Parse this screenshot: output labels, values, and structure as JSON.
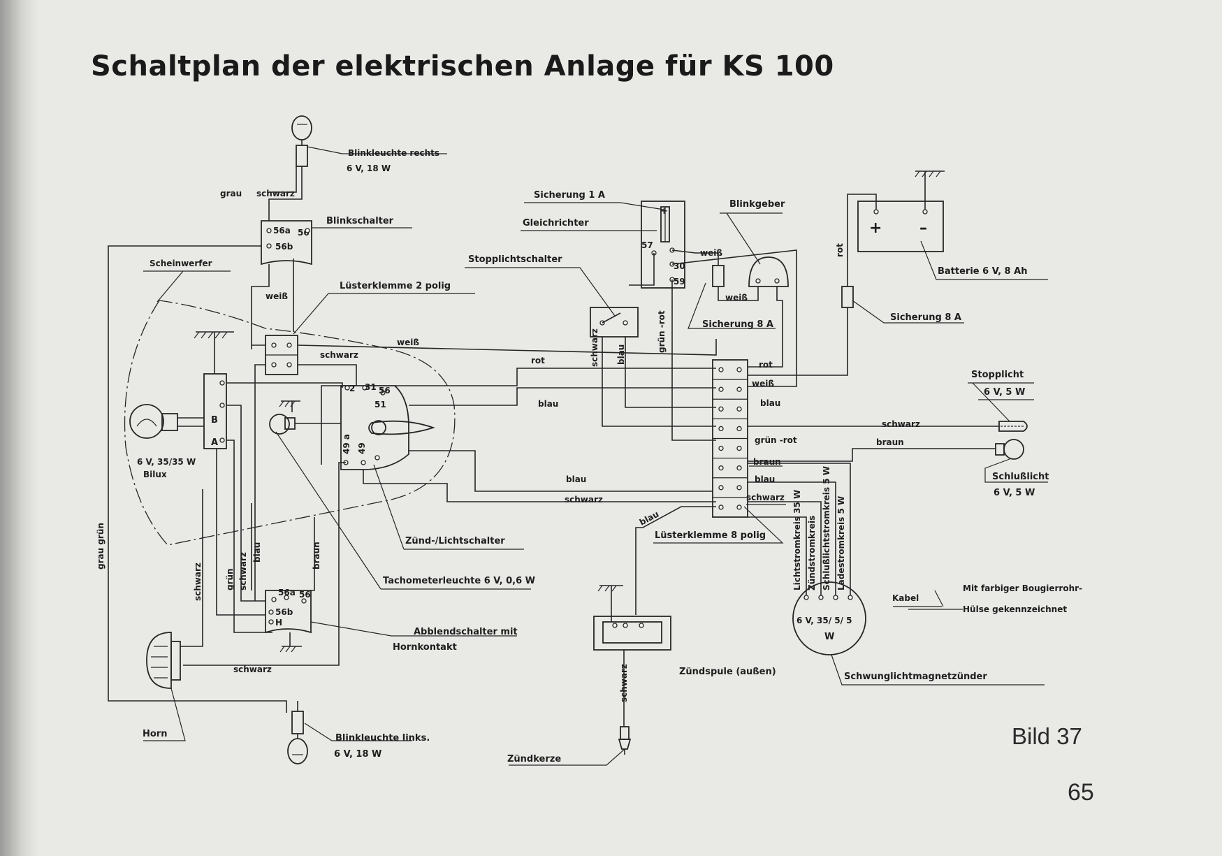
{
  "title": "Schaltplan der elektrischen Anlage für KS 100",
  "figure_label": "Bild 37",
  "page_number": "65",
  "components": {
    "blinkleuchte_rechts": {
      "name": "Blinkleuchte rechts",
      "spec": "6 V, 18 W"
    },
    "blinkschalter": {
      "name": "Blinkschalter",
      "t1": "56a",
      "t2": "56",
      "t3": "56b"
    },
    "scheinwerfer": {
      "name": "Scheinwerfer"
    },
    "luesterklemme_2": {
      "name": "Lüsterklemme 2 polig"
    },
    "bilux": {
      "spec": "6 V, 35/35 W",
      "name": "Bilux"
    },
    "sicherung_1a": {
      "name": "Sicherung 1 A"
    },
    "gleichrichter": {
      "name": "Gleichrichter"
    },
    "stopplichtschalter": {
      "name": "Stopplichtschalter"
    },
    "blinkgeber": {
      "name": "Blinkgeber"
    },
    "batterie": {
      "name": "Batterie 6 V, 8 Ah",
      "plus": "+",
      "minus": "–"
    },
    "sicherung_8a_left": {
      "name": "Sicherung 8 A"
    },
    "sicherung_8a_right": {
      "name": "Sicherung 8 A"
    },
    "stopplicht": {
      "name": "Stopplicht",
      "spec": "6 V, 5 W"
    },
    "schlusslicht": {
      "name": "Schlußlicht",
      "spec": "6 V, 5 W"
    },
    "zuend_lichtschalter": {
      "name": "Zünd-/Lichtschalter"
    },
    "tachometerleuchte": {
      "name": "Tachometerleuchte 6 V, 0,6 W"
    },
    "abblendschalter": {
      "name1": "Abblendschalter mit",
      "name2": "Hornkontakt"
    },
    "horn": {
      "name": "Horn"
    },
    "blinkleuchte_links": {
      "name": "Blinkleuchte links.",
      "spec": "6 V, 18 W"
    },
    "luesterklemme_8": {
      "name": "Lüsterklemme 8 polig"
    },
    "zuendspule": {
      "name": "Zündspule (außen)"
    },
    "zuendkerze": {
      "name": "Zündkerze"
    },
    "magnetzuender": {
      "name": "Schwunglichtmagnetzünder",
      "circuits": [
        "Lichtstromkreis 35 W",
        "Zündstromkreis",
        "Schlußlichtstromkreis 5 W",
        "Ladestromkreis 5 W"
      ],
      "ratings": "6 V, 35/ 5/ 5",
      "w": "W"
    }
  },
  "legend": {
    "kabel": "Kabel",
    "text1": "Mit farbiger Bougierrohr-",
    "text2": "Hülse gekennzeichnet"
  },
  "terminals": {
    "t57": "57",
    "t30": "30",
    "t59": "59",
    "b": "B",
    "a": "A",
    "h": "H",
    "t56a": "56a",
    "t56": "56",
    "t56b": "56b",
    "t2": "2",
    "t31": "31",
    "t56s": "56",
    "t51": "51",
    "t49a": "49 a",
    "t49": "49"
  },
  "wire_labels": {
    "grau": "grau",
    "schwarz": "schwarz",
    "weiss": "weiß",
    "rot": "rot",
    "blau": "blau",
    "gruen_rot": "grün -rot",
    "braun": "braun",
    "grau_gruen": "grau  grün",
    "gruen": "grün"
  }
}
